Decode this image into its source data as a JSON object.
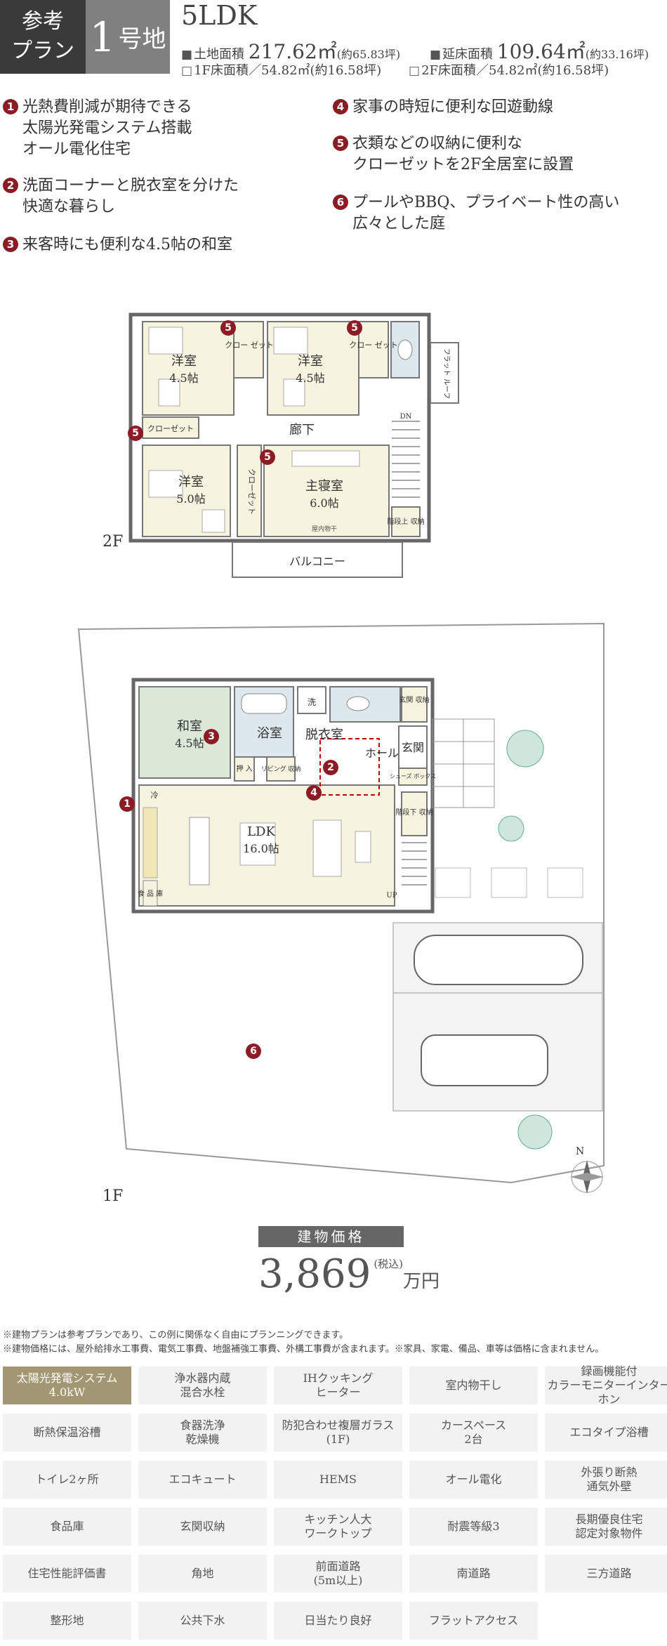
{
  "header": {
    "badge": [
      "参考",
      "プラン"
    ],
    "lot_number": "1",
    "lot_suffix": "号地",
    "plan_type": "5LDK",
    "land_area_label": "土地面積",
    "land_area_value": "217.62㎡",
    "land_area_tsubo": "(約65.83坪)",
    "floor_area_label": "延床面積",
    "floor_area_value": "109.64㎡",
    "floor_area_tsubo": "(約33.16坪)",
    "floor1_area": "1F床面積／54.82㎡(約16.58坪)",
    "floor2_area": "2F床面積／54.82㎡(約16.58坪)"
  },
  "features": [
    {
      "num": "1",
      "lines": [
        "光熱費削減が期待できる",
        "太陽光発電システム搭載",
        "オール電化住宅"
      ]
    },
    {
      "num": "2",
      "lines": [
        "洗面コーナーと脱衣室を分けた",
        "快適な暮らし"
      ]
    },
    {
      "num": "3",
      "lines": [
        "来客時にも便利な4.5帖の和室"
      ]
    },
    {
      "num": "4",
      "lines": [
        "家事の時短に便利な回遊動線"
      ]
    },
    {
      "num": "5",
      "lines": [
        "衣類などの収納に便利な",
        "クローゼットを2F全居室に設置"
      ]
    },
    {
      "num": "6",
      "lines": [
        "プールやBBQ、プライベート性の高い",
        "広々とした庭"
      ]
    }
  ],
  "floor2": {
    "label": "2F",
    "rooms": {
      "r1": "洋室",
      "r1s": "4.5帖",
      "r2": "洋室",
      "r2s": "4.5帖",
      "r3": "洋室",
      "r3s": "5.0帖",
      "master": "主寝室",
      "masters": "6.0帖",
      "corridor": "廊下",
      "balcony": "バルコニー",
      "closet": "クローゼット",
      "closet_a": "クロー\nゼット",
      "closet_b": "クロー\nゼット",
      "stair_storage": "階段上\n収納",
      "flat_roof": "フラット\nルーフ",
      "dn": "DN",
      "attic": "屋内物干"
    }
  },
  "floor1": {
    "label": "1F",
    "rooms": {
      "washitsu": "和室",
      "washitsus": "4.5帖",
      "bath": "浴室",
      "wash": "洗",
      "dressing": "脱衣室",
      "hall": "ホール",
      "genkan": "玄関",
      "genkan_storage": "玄関\n収納",
      "shoe_box": "シューズ\nボックス",
      "ldk": "LDK",
      "ldks": "16.0帖",
      "oshiire": "押\n入",
      "living_storage": "リビング\n収納",
      "under_stair": "階段下\n収納",
      "pantry": "食\n品\n庫",
      "fridge": "冷",
      "up": "UP"
    }
  },
  "compass": "N",
  "price": {
    "label": "建物価格",
    "value": "3,869",
    "tax": "(税込)",
    "unit": "万円"
  },
  "notes": [
    "※建物プランは参考プランであり、この例に関係なく自由にプランニングできます。",
    "※建物価格には、屋外給排水工事費、電気工事費、地盤補強工事費、外構工事費が含まれます。※家具、家電、備品、車等は価格に含まれません。"
  ],
  "tags": [
    {
      "label": "太陽光発電システム\n4.0kW",
      "on": true
    },
    {
      "label": "浄水器内蔵\n混合水栓",
      "on": false
    },
    {
      "label": "IHクッキング\nヒーター",
      "on": false
    },
    {
      "label": "室内物干し",
      "on": false
    },
    {
      "label": "録画機能付\nカラーモニターインターホン",
      "on": false
    },
    {
      "label": "断熱保温浴槽",
      "on": false
    },
    {
      "label": "食器洗浄\n乾燥機",
      "on": false
    },
    {
      "label": "防犯合わせ複層ガラス\n(1F)",
      "on": false
    },
    {
      "label": "カースペース\n2台",
      "on": false
    },
    {
      "label": "エコタイプ浴槽",
      "on": false
    },
    {
      "label": "トイレ2ヶ所",
      "on": false
    },
    {
      "label": "エコキュート",
      "on": false
    },
    {
      "label": "HEMS",
      "on": false
    },
    {
      "label": "オール電化",
      "on": false
    },
    {
      "label": "外張り断熱\n通気外壁",
      "on": false
    },
    {
      "label": "食品庫",
      "on": false
    },
    {
      "label": "玄関収納",
      "on": false
    },
    {
      "label": "キッチン人大\nワークトップ",
      "on": false
    },
    {
      "label": "耐震等級3",
      "on": false
    },
    {
      "label": "長期優良住宅\n認定対象物件",
      "on": false
    },
    {
      "label": "住宅性能評価書",
      "on": false
    },
    {
      "label": "角地",
      "on": false
    },
    {
      "label": "前面道路\n(5m以上)",
      "on": false
    },
    {
      "label": "南道路",
      "on": false
    },
    {
      "label": "三方道路",
      "on": false
    },
    {
      "label": "整形地",
      "on": false
    },
    {
      "label": "公共下水",
      "on": false
    },
    {
      "label": "日当たり良好",
      "on": false
    },
    {
      "label": "フラットアクセス",
      "on": false
    }
  ],
  "colors": {
    "accent_marker": "#8b1b24",
    "tag_active": "#a39673",
    "room_fill": "#f6f3df",
    "washitsu_fill": "#dbe8d8",
    "wet_fill": "#dde8ee"
  }
}
